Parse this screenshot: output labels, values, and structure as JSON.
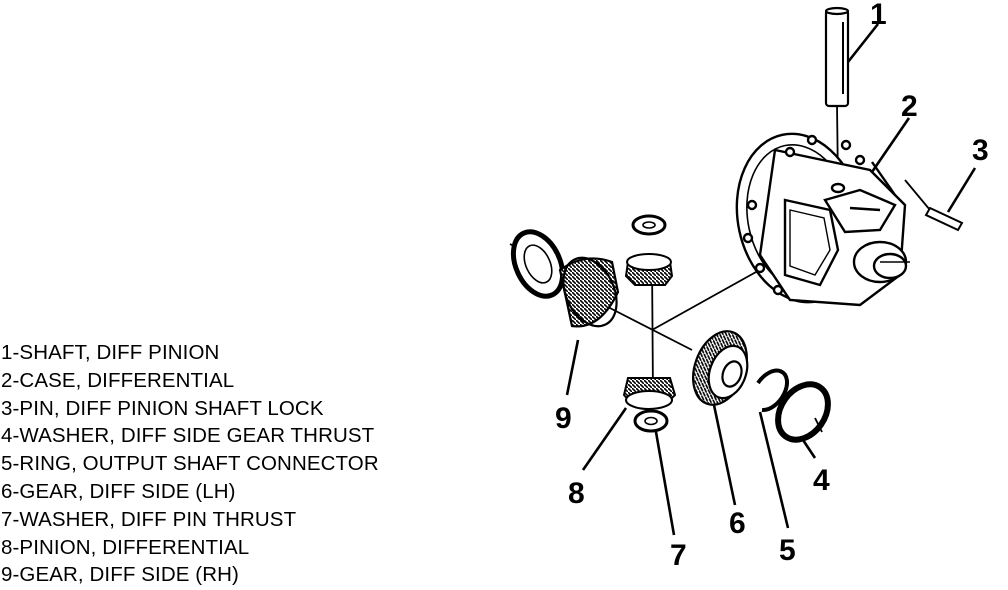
{
  "diagram": {
    "legend": [
      "1-SHAFT, DIFF PINION",
      "2-CASE, DIFFERENTIAL",
      "3-PIN, DIFF PINION SHAFT LOCK",
      "4-WASHER, DIFF SIDE GEAR THRUST",
      "5-RING, OUTPUT SHAFT CONNECTOR",
      "6-GEAR, DIFF SIDE (LH)",
      "7-WASHER, DIFF PIN THRUST",
      "8-PINION, DIFFERENTIAL",
      "9-GEAR, DIFF SIDE (RH)"
    ],
    "callouts": [
      "1",
      "2",
      "3",
      "4",
      "5",
      "6",
      "7",
      "8",
      "9"
    ],
    "parts": [
      "shaft-diff-pinion",
      "case-differential",
      "pin-diff-pinion-shaft-lock",
      "washer-diff-side-gear-thrust",
      "ring-output-shaft-connector",
      "gear-diff-side-lh",
      "washer-diff-pin-thrust",
      "pinion-differential",
      "gear-diff-side-rh"
    ]
  }
}
